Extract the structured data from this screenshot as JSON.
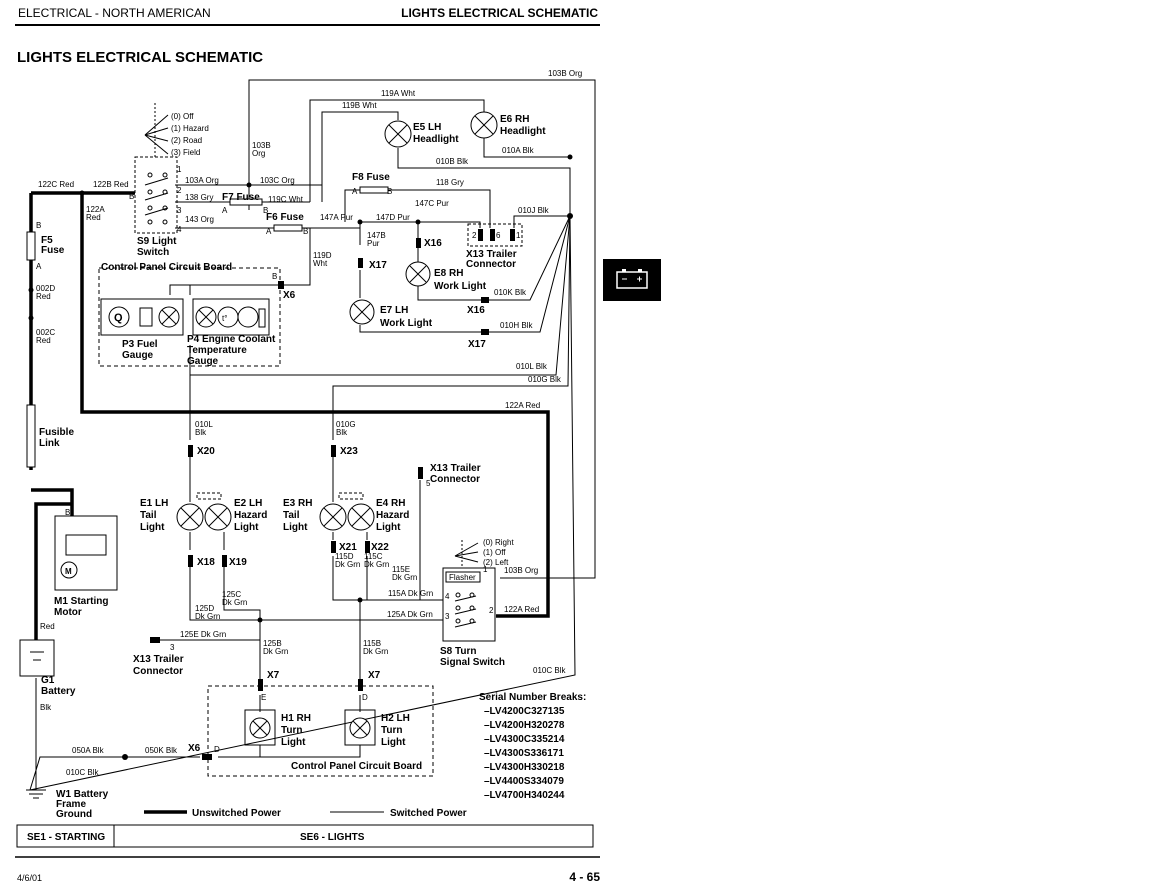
{
  "header": {
    "left": "ELECTRICAL - NORTH AMERICAN",
    "right": "LIGHTS ELECTRICAL SCHEMATIC"
  },
  "page_title": "LIGHTS ELECTRICAL SCHEMATIC",
  "footer": {
    "date": "4/6/01",
    "page": "4 - 65"
  },
  "side_tab_icon": "battery-icon",
  "tables": {
    "left": "SE1 - STARTING",
    "right": "SE6 - LIGHTS"
  },
  "legend": {
    "unswitched": "Unswitched Power",
    "switched": "Switched Power"
  },
  "serial_breaks": {
    "title": "Serial Number Breaks:",
    "items": [
      "–LV4200C327135",
      "–LV4200H320278",
      "–LV4300C335214",
      "–LV4300S336171",
      "–LV4300H330218",
      "–LV4400S334079",
      "–LV4700H340244"
    ]
  },
  "components": {
    "s9_positions": [
      "(0) Off",
      "(1) Hazard",
      "(2) Road",
      "(3) Field"
    ],
    "s9_label": [
      "S9 Light",
      "Switch"
    ],
    "f5": [
      "F5",
      "Fuse"
    ],
    "f7": "F7 Fuse",
    "f6": "F6 Fuse",
    "f8": "F8 Fuse",
    "e5": [
      "E5 LH",
      "Headlight"
    ],
    "e6": [
      "E6 RH",
      "Headlight"
    ],
    "x13_top": [
      "X13 Trailer",
      "Connector"
    ],
    "x13_pins": [
      "2",
      "6",
      "1"
    ],
    "e8": [
      "E8 RH",
      "Work Light"
    ],
    "e7": [
      "E7 LH",
      "Work Light"
    ],
    "x16a": "X16",
    "x16b": "X16",
    "x17a": "X17",
    "x17b": "X17",
    "cpcb_top": "Control Panel Circuit Board",
    "cpcb_bottom": "Control Panel Circuit Board",
    "x6a": "X6",
    "x6b": "X6",
    "p3": [
      "P3 Fuel",
      "Gauge"
    ],
    "p4": [
      "P4 Engine Coolant",
      "Temperature",
      "Gauge"
    ],
    "fusible": [
      "Fusible",
      "Link"
    ],
    "m1": [
      "M1 Starting",
      "Motor"
    ],
    "g1": [
      "G1",
      "Battery"
    ],
    "w1": [
      "W1 Battery",
      "Frame",
      "Ground"
    ],
    "e1": [
      "E1 LH",
      "Tail",
      "Light"
    ],
    "e2": [
      "E2 LH",
      "Hazard",
      "Light"
    ],
    "e3": [
      "E3 RH",
      "Tail",
      "Light"
    ],
    "e4": [
      "E4 RH",
      "Hazard",
      "Light"
    ],
    "x20": "X20",
    "x23": "X23",
    "x18": "X18",
    "x19": "X19",
    "x21": "X21",
    "x22": "X22",
    "x13_mid": [
      "X13 Trailer",
      "Connector"
    ],
    "x13_mid_pin": "5",
    "x13_low": [
      "X13 Trailer",
      "Connector"
    ],
    "x13_low_pin": "3",
    "s8_positions": [
      "(0) Right",
      "(1) Off",
      "(2) Left"
    ],
    "s8_label": [
      "S8 Turn",
      "Signal Switch"
    ],
    "flasher": "Flasher",
    "h1": [
      "H1 RH",
      "Turn",
      "Light"
    ],
    "h2": [
      "H2 LH",
      "Turn",
      "Light"
    ],
    "x7a": "X7",
    "x7b": "X7"
  },
  "wires": {
    "w103b_top": "103B Org",
    "w119a": "119A Wht",
    "w119b": "119B Wht",
    "w103b_left": [
      "103B",
      "Org"
    ],
    "w103a": "103A Org",
    "w103c": "103C Org",
    "w138": "138 Gry",
    "w143": "143 Org",
    "w119c": "119C Wht",
    "w147a": "147A Pur",
    "w118": "118 Gry",
    "w147c": "147C Pur",
    "w147d": "147D Pur",
    "w147b": [
      "147B",
      "Pur"
    ],
    "w010b": "010B Blk",
    "w010a": "010A Blk",
    "w010j": "010J Blk",
    "w010k": "010K Blk",
    "w010h": "010H Blk",
    "w010l_top": "010L Blk",
    "w010g_top": "010G Blk",
    "w122a_mid": "122A Red",
    "w122c": "122C Red",
    "w122b": "122B Red",
    "w122a_left": [
      "122A",
      "Red"
    ],
    "w119d": [
      "119D",
      "Wht"
    ],
    "w002d": [
      "002D",
      "Red"
    ],
    "w002c": [
      "002C",
      "Red"
    ],
    "w010l": [
      "010L",
      "Blk"
    ],
    "w010g": [
      "010G",
      "Blk"
    ],
    "w115d": [
      "115D",
      "Dk Grn"
    ],
    "w115c": [
      "115C",
      "Dk Grn"
    ],
    "w115e": [
      "115E",
      "Dk Grn"
    ],
    "w115a": "115A Dk Grn",
    "w125a": "125A Dk Grn",
    "w125c": [
      "125C",
      "Dk Grn"
    ],
    "w125d": [
      "125D",
      "Dk Grn"
    ],
    "w125e": "125E Dk Grn",
    "w125b": [
      "125B",
      "Dk Grn"
    ],
    "w115b": [
      "115B",
      "Dk Grn"
    ],
    "w103b_s8": "103B Org",
    "w122a_s8": "122A Red",
    "w010c_right": "010C Blk",
    "w050a": "050A Blk",
    "w050k": "050K Blk",
    "w010c": "010C Blk",
    "red_m1": "Red",
    "blk_g1": "Blk"
  }
}
